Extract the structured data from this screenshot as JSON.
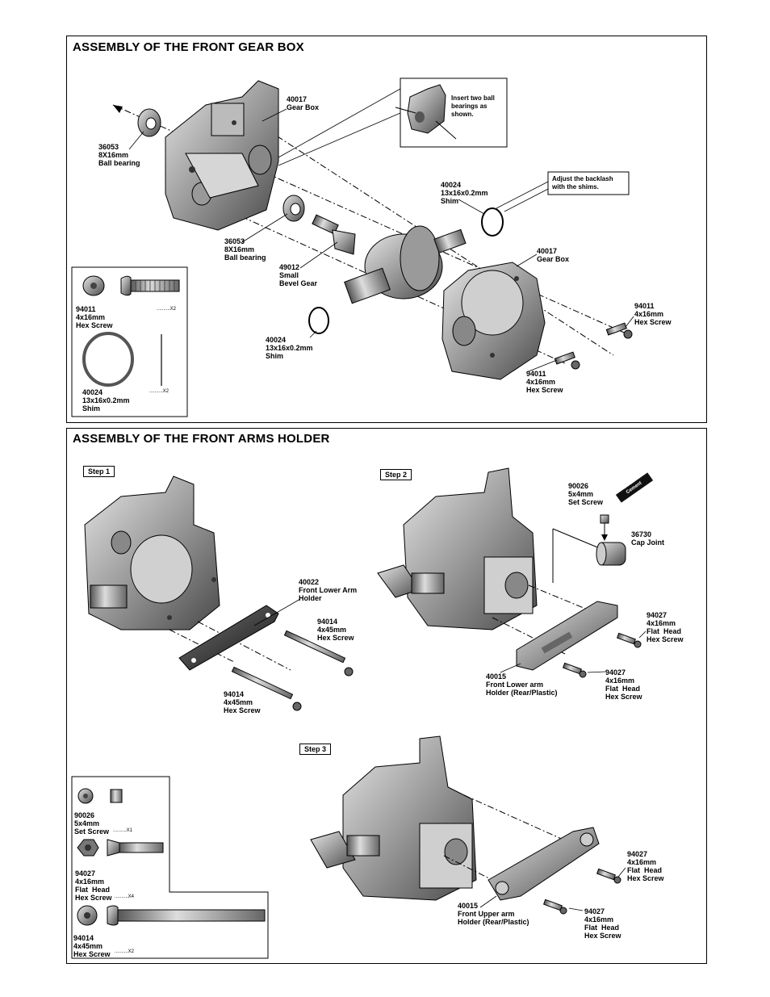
{
  "gearbox": {
    "title": "ASSEMBLY OF THE FRONT GEAR BOX",
    "labels": {
      "gearbox_left": "40017\nGear Box",
      "bearing_top": "36053\n8X16mm\nBall bearing",
      "bearing_mid": "36053\n8X16mm\nBall bearing",
      "bevel": "49012\nSmall\nBevel Gear",
      "shim_top": "40024\n13x16x0.2mm\nShim",
      "shim_bottom": "40024\n13x16x0.2mm\nShim",
      "gearbox_right": "40017\nGear Box",
      "screw_right": "94011\n4x16mm\nHex Screw",
      "screw_bottom": "94011\n4x16mm\nHex Screw"
    },
    "callouts": {
      "bearings_note": "Insert two ball\nbearings as\nshown.",
      "backlash_note": "Adjust the backlash\nwith the shims."
    },
    "parts_box": {
      "screw": "94011\n4x16mm\nHex Screw",
      "screw_qty": "X2",
      "shim": "40024\n13x16x0.2mm\nShim",
      "shim_qty": "X2"
    }
  },
  "arms": {
    "title": "ASSEMBLY OF THE FRONT ARMS HOLDER",
    "steps": [
      "Step 1",
      "Step 2",
      "Step 3"
    ],
    "step1": {
      "holder": "40022\nFront Lower Arm\nHolder",
      "screw_a": "94014\n4x45mm\nHex Screw",
      "screw_b": "94014\n4x45mm\nHex Screw"
    },
    "step2": {
      "set_screw": "90026\n5x4mm\nSet Screw",
      "cement": "Screw\nCement",
      "cap_joint": "36730\nCap Joint",
      "screw_a": "94027\n4x16mm\nFlat  Head\nHex Screw",
      "screw_b": "94027\n4x16mm\nFlat  Head\nHex Screw",
      "holder": "40015\nFront Lower arm\nHolder (Rear/Plastic)"
    },
    "step3": {
      "screw_a": "94027\n4x16mm\nFlat  Head\nHex Screw",
      "screw_b": "94027\n4x16mm\nFlat  Head\nHex Screw",
      "holder": "40015\nFront Upper arm\nHolder (Rear/Plastic)"
    },
    "parts_box": {
      "set_screw": "90026\n5x4mm\nSet Screw",
      "set_screw_qty": "X1",
      "flat_screw": "94027\n4x16mm\nFlat  Head\nHex Screw",
      "flat_screw_qty": "X4",
      "long_screw": "94014\n4x45mm\nHex Screw",
      "long_screw_qty": "X2"
    }
  }
}
